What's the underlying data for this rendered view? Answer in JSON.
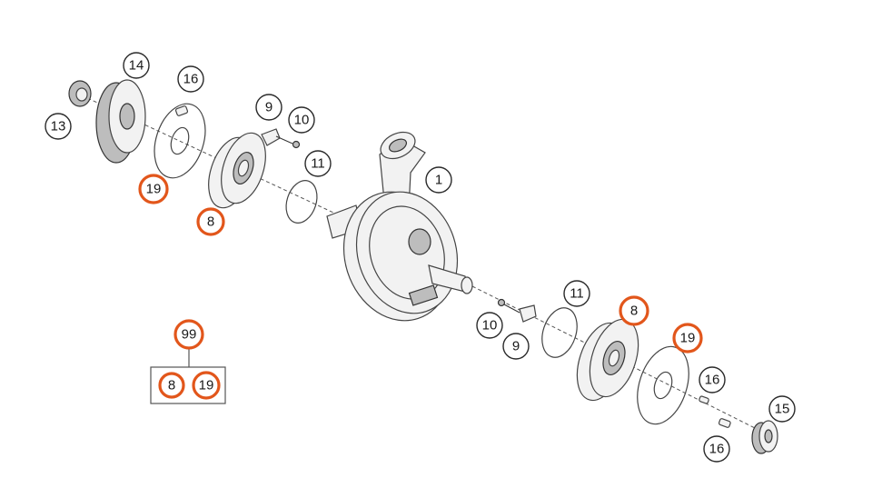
{
  "callouts": {
    "c1": "1",
    "c14": "14",
    "c16a": "16",
    "c13": "13",
    "c19a": "19",
    "c8a": "8",
    "c9a": "9",
    "c10a": "10",
    "c11a": "11",
    "c99": "99",
    "c8kit": "8",
    "c19kit": "19",
    "c11b": "11",
    "c8b": "8",
    "c10b": "10",
    "c9b": "9",
    "c19b": "19",
    "c16b": "16",
    "c15": "15",
    "c16c": "16"
  },
  "colors": {
    "highlight": "#e2561b",
    "outline": "#2a2a2a",
    "part_fill": "#f2f2f2"
  }
}
